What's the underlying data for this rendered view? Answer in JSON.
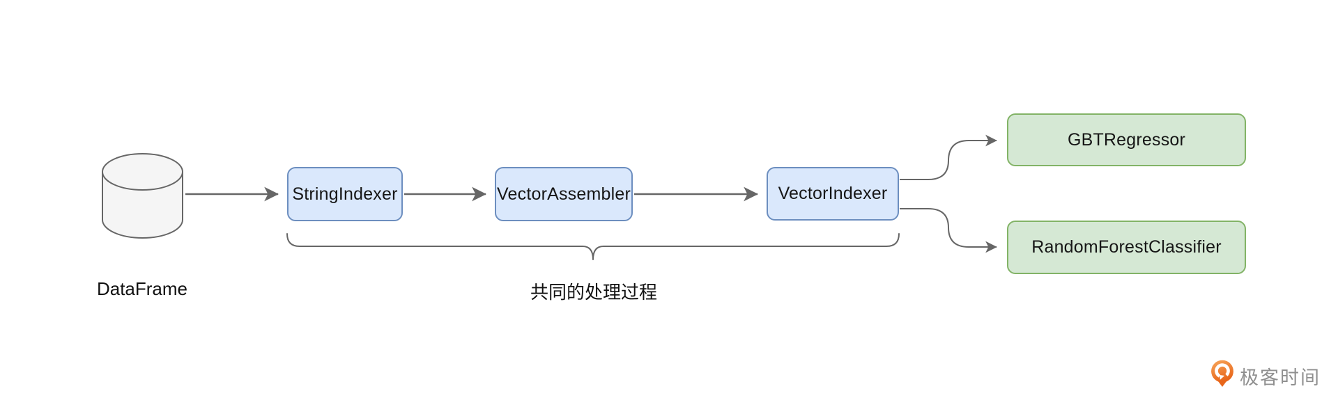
{
  "diagram": {
    "source": {
      "label": "DataFrame"
    },
    "pipeline_stages": [
      {
        "label": "StringIndexer"
      },
      {
        "label": "VectorAssembler"
      },
      {
        "label": "VectorIndexer"
      }
    ],
    "models": [
      {
        "label": "GBTRegressor"
      },
      {
        "label": "RandomForestClassifier"
      }
    ],
    "brace_label": "共同的处理过程",
    "colors": {
      "stage_fill": "#dae8fc",
      "stage_border": "#6c8ebf",
      "model_fill": "#d5e8d4",
      "model_border": "#82b366",
      "edge": "#666666",
      "cylinder_fill": "#f5f5f5",
      "text": "#161616"
    }
  },
  "branding": {
    "logo_text": "极客时间",
    "logo_orange": "#ec6c1f",
    "logo_text_color": "#8f8f8f"
  }
}
